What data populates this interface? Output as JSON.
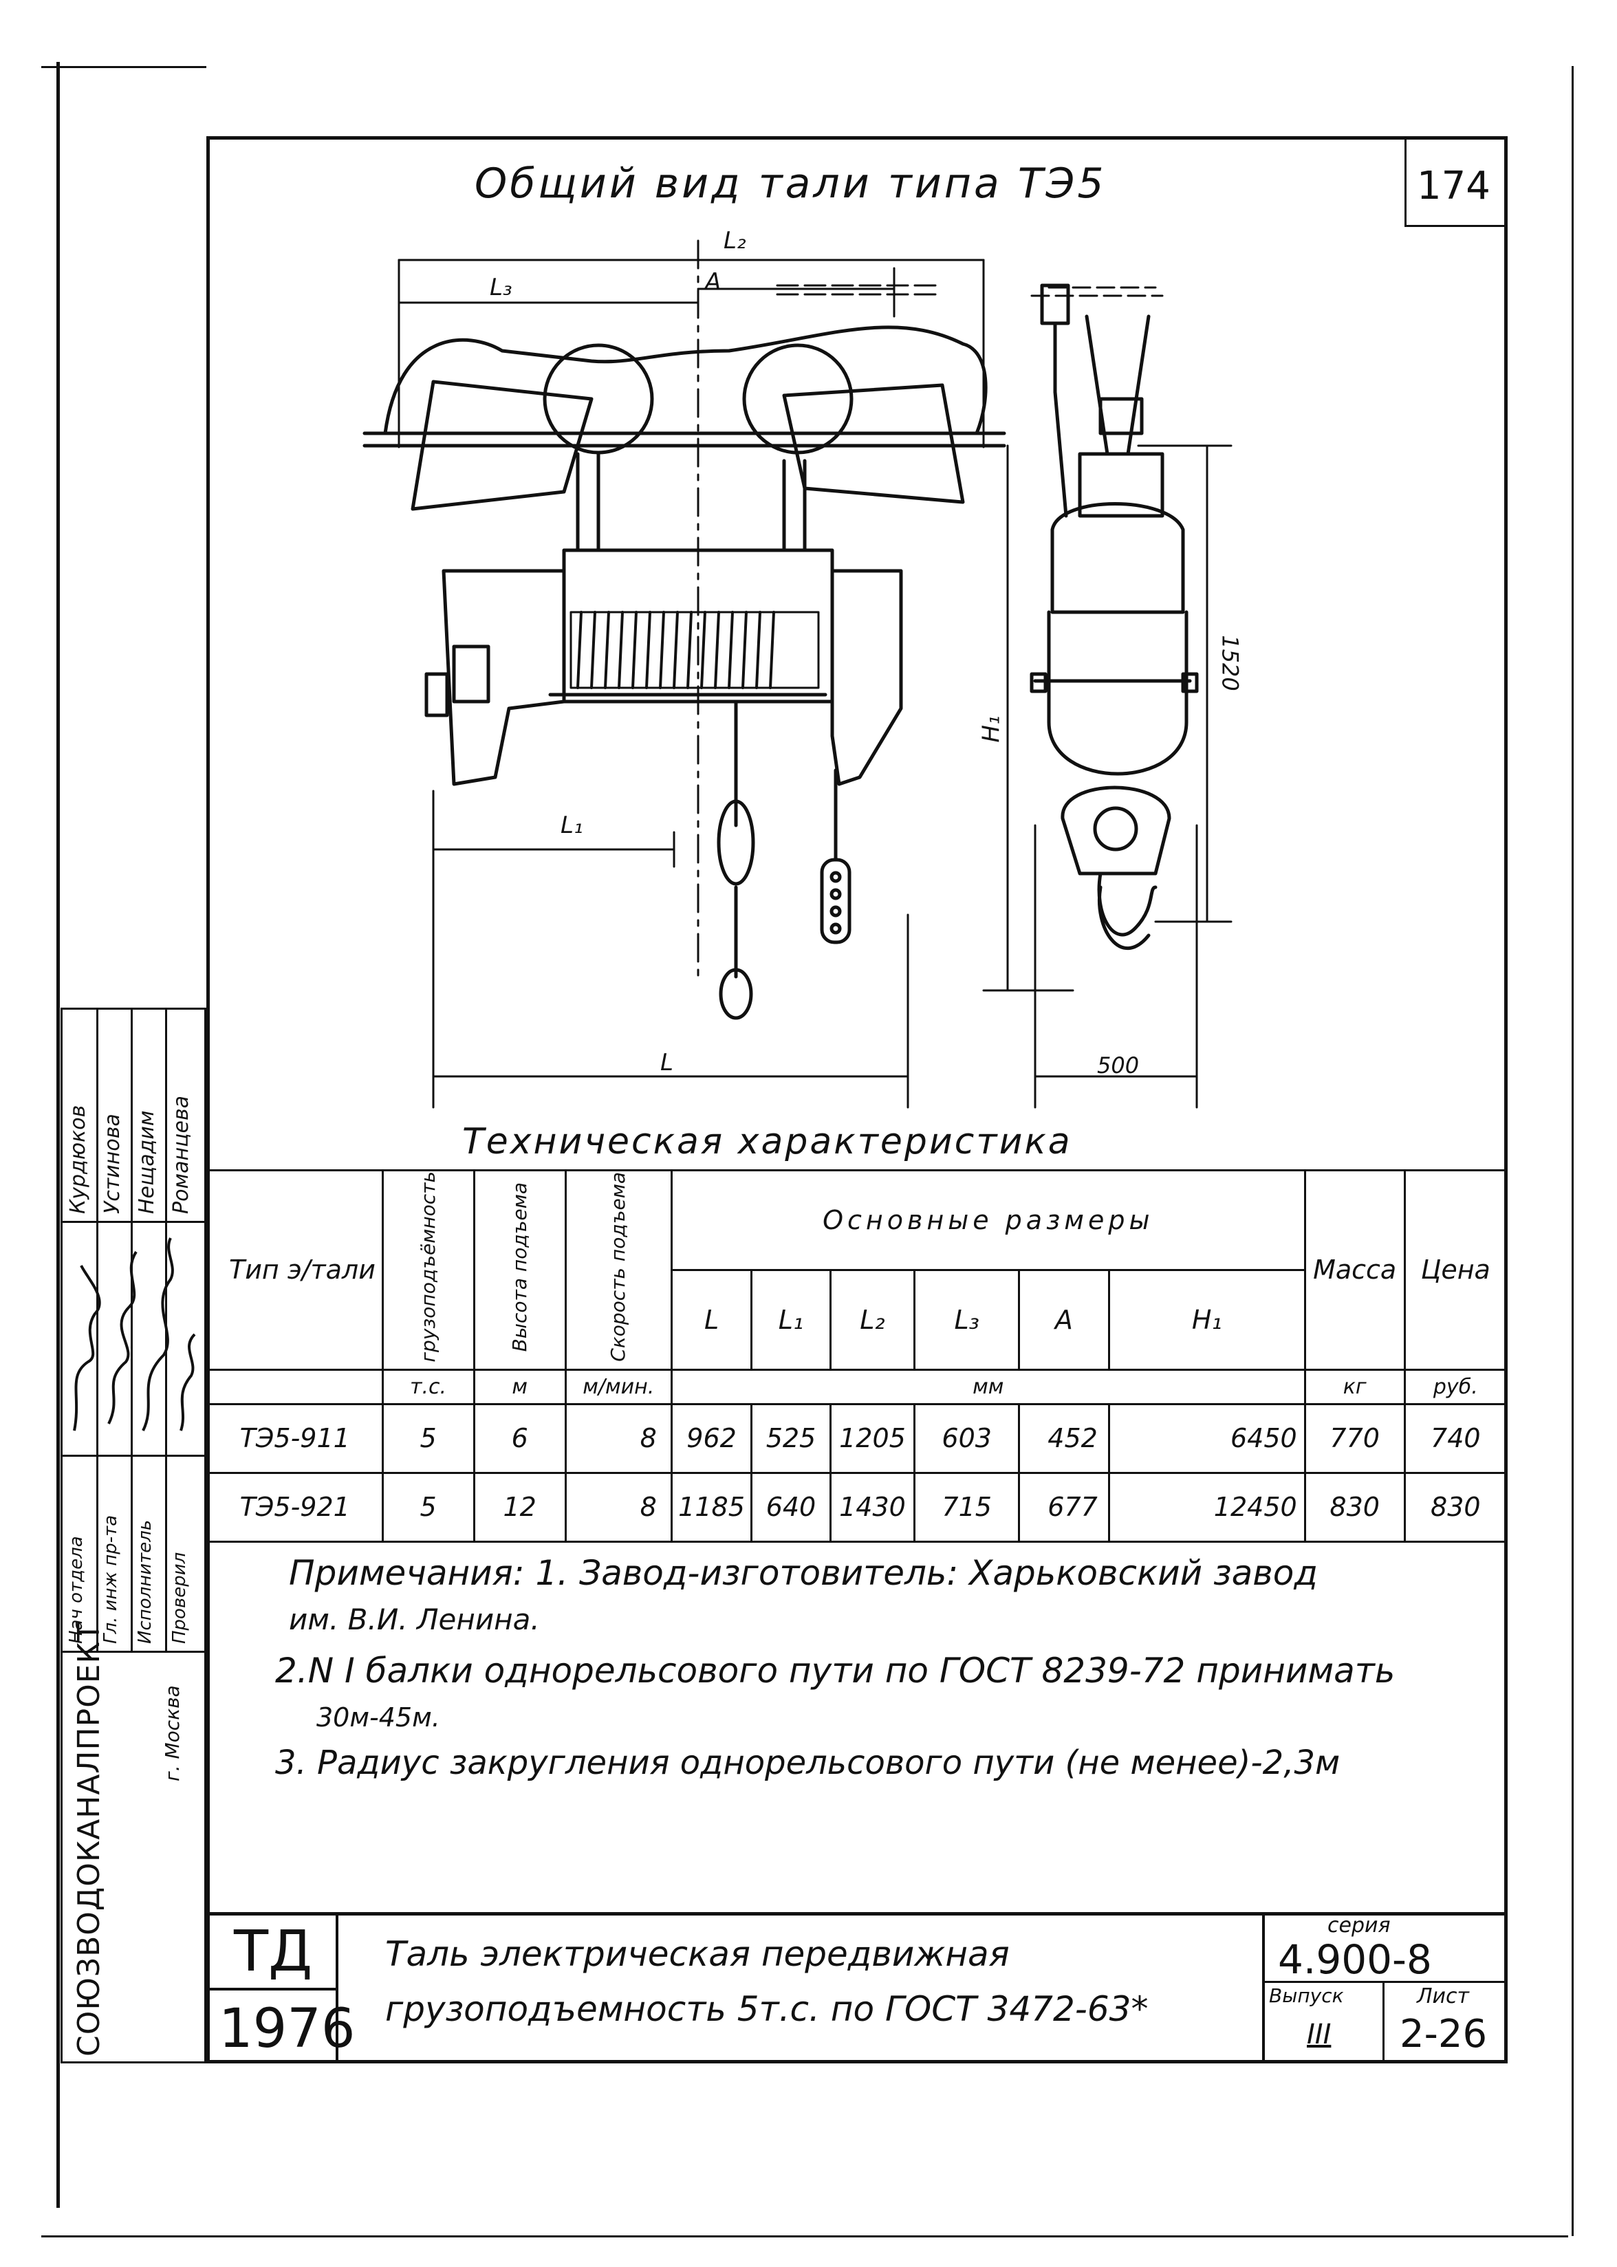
{
  "sheet_number": "174",
  "title": "Общий вид тали типа ТЭ5",
  "drawing": {
    "dim_L": "L",
    "dim_L1": "L₁",
    "dim_L2": "L₂",
    "dim_L3": "L₃",
    "dim_A": "A",
    "dim_H1": "H₁",
    "dim_1520": "1520",
    "dim_500": "500"
  },
  "tech_title": "Техническая характеристика",
  "table": {
    "col_type": "Тип э/тали",
    "col_capacity": "грузоподъёмность",
    "col_height": "Высота подъема",
    "col_speed": "Скорость подъема",
    "col_main_sizes": "Основные размеры",
    "col_mass": "Масса",
    "col_price": "Цена",
    "dims": [
      "L",
      "L₁",
      "L₂",
      "L₃",
      "A",
      "H₁"
    ],
    "units": [
      "т.с.",
      "м",
      "м/мин.",
      "мм",
      "кг",
      "руб."
    ],
    "rows": [
      [
        "ТЭ5-911",
        "5",
        "6",
        "8",
        "962",
        "525",
        "1205",
        "603",
        "452",
        "6450",
        "770",
        "740"
      ],
      [
        "ТЭ5-921",
        "5",
        "12",
        "8",
        "1185",
        "640",
        "1430",
        "715",
        "677",
        "12450",
        "830",
        "830"
      ]
    ]
  },
  "notes": {
    "line1": "Примечания: 1. Завод-изготовитель: Харьковский завод",
    "line2": "им. В.И. Ленина.",
    "line3": "2.N I балки однорельсового пути по ГОСТ 8239-72 принимать",
    "line4": "30м-45м.",
    "line5": "3. Радиус закругления однорельсового пути (не менее)-2,3м"
  },
  "side_stamp": {
    "roles": [
      "Нач отдела",
      "Гл. инж пр-та",
      "Исполнитель",
      "Проверил"
    ],
    "names": [
      "Курдюков",
      "Устинова",
      "Нещадим",
      "Романцева"
    ],
    "org": "СОЮЗВОДОКАНАЛПРОЕКТ",
    "city": "г. Москва"
  },
  "title_block": {
    "mark": "ТД",
    "year": "1976",
    "caption1": "Таль электрическая передвижная",
    "caption2": "грузоподъемность 5т.с. по ГОСТ 3472-63*",
    "series_label": "серия",
    "series": "4.900-8",
    "issue_label": "Выпуск",
    "issue": "III",
    "sheet_label": "Лист",
    "sheet": "2-26"
  }
}
